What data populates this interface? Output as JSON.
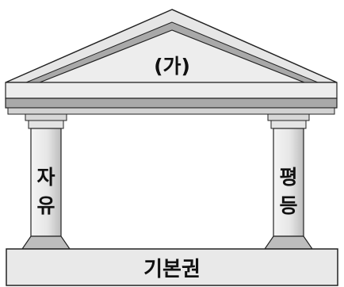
{
  "pediment": {
    "label": "(가)"
  },
  "pillars": {
    "left": {
      "chars": [
        "자",
        "유"
      ]
    },
    "right": {
      "chars": [
        "평",
        "등"
      ]
    }
  },
  "foundation": {
    "label": "기본권"
  },
  "colors": {
    "stone": "#e9e9e9",
    "stone_dark": "#a9a9a9",
    "stone_mid": "#c6c6c6",
    "outline": "#222222",
    "text": "#111111"
  }
}
